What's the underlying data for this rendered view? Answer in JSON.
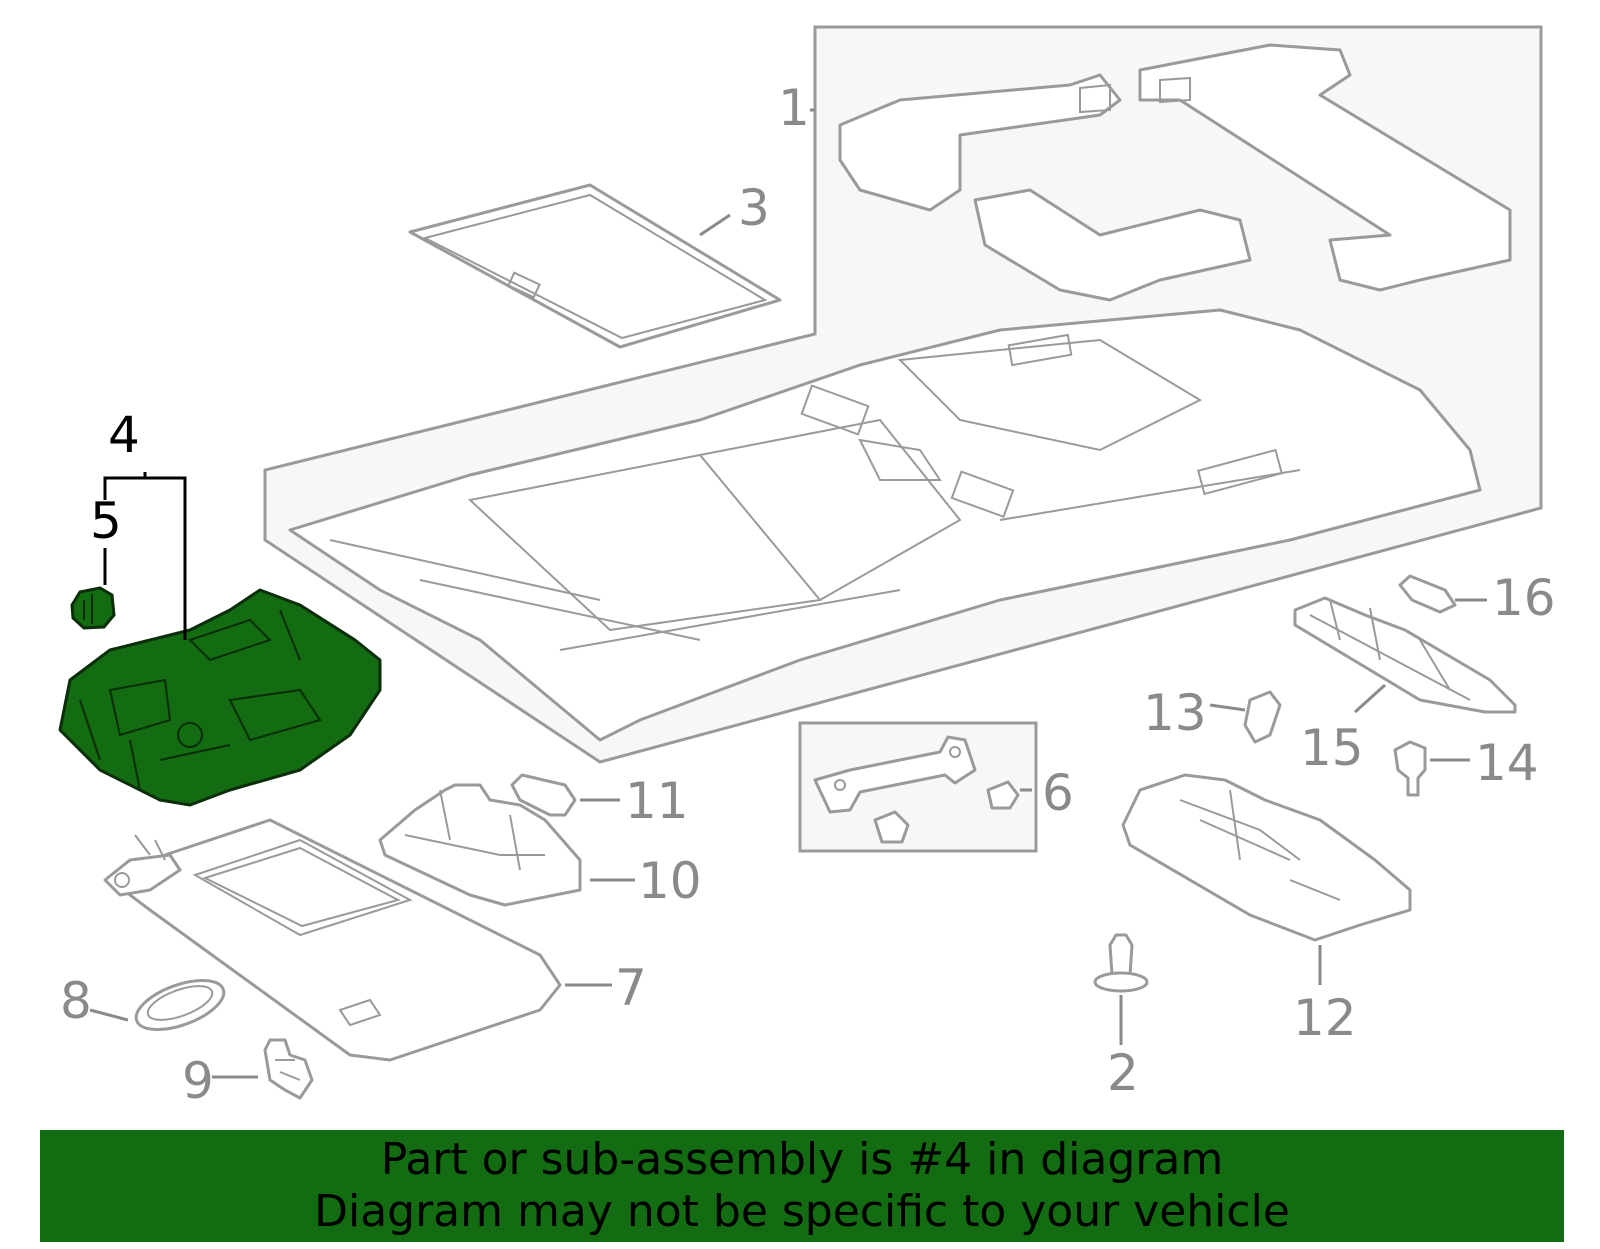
{
  "callouts": {
    "c1": "1",
    "c2": "2",
    "c3": "3",
    "c4": "4",
    "c5": "5",
    "c6": "6",
    "c7": "7",
    "c8": "8",
    "c9": "9",
    "c10": "10",
    "c11": "11",
    "c12": "12",
    "c13": "13",
    "c14": "14",
    "c15": "15",
    "c16": "16"
  },
  "banner": {
    "line1": "Part or sub-assembly is #4 in diagram",
    "line2": "Diagram may not be specific to your vehicle"
  },
  "colors": {
    "highlight_part": "#136b12",
    "banner_bg": "#136b12",
    "line_art": "#9a9a9a",
    "box_fill": "#f7f7f7"
  }
}
